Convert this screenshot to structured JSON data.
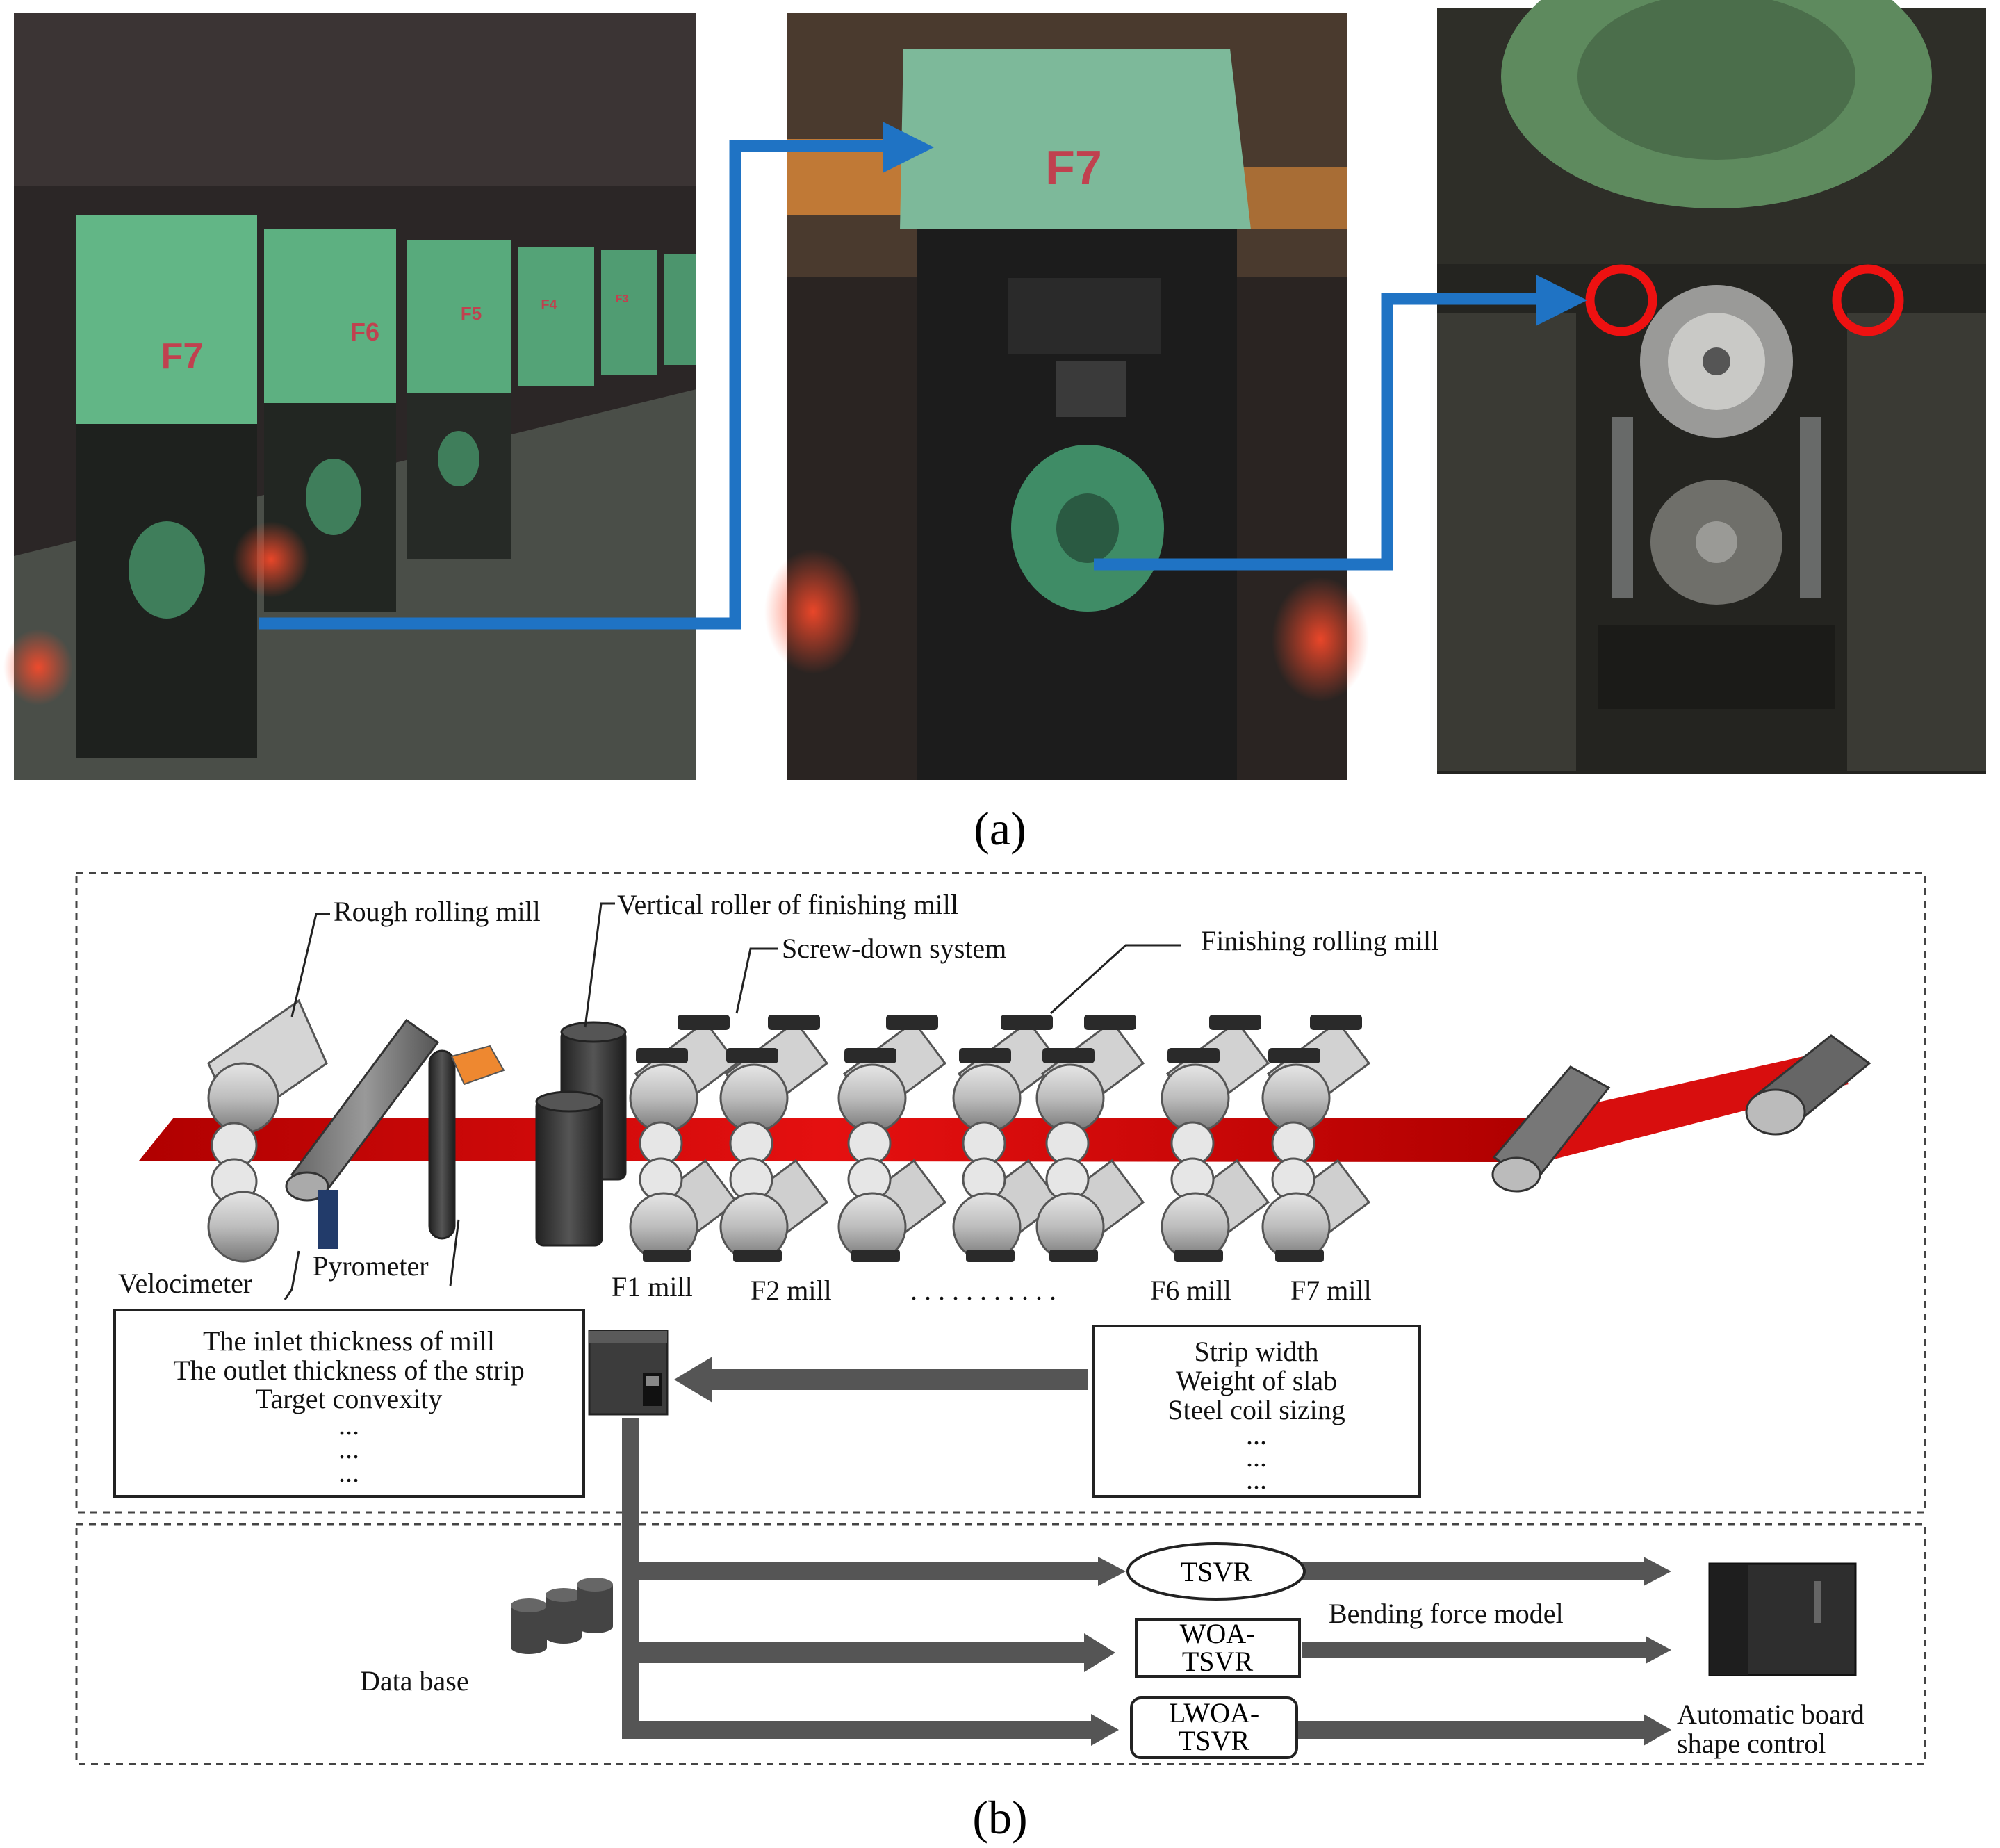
{
  "panel_a": {
    "caption": "(a)",
    "photo_left": {
      "stand_labels": [
        "F7",
        "F6",
        "F5",
        "F4",
        "F3"
      ]
    },
    "photo_middle": {
      "stand_label": "F7"
    },
    "photo_right": {}
  },
  "panel_b": {
    "caption": "(b)",
    "labels": {
      "rough_rolling_mill": "Rough rolling mill",
      "vertical_roller": "Vertical roller of finishing mill",
      "screw_down": "Screw-down system",
      "finishing_mill": "Finishing rolling mill",
      "velocimeter": "Velocimeter",
      "pyrometer": "Pyrometer",
      "f1": "F1 mill",
      "f2": "F2 mill",
      "dots": ". . . . . . . . . . .",
      "f6": "F6 mill",
      "f7": "F7 mill",
      "database": "Data base",
      "bending_force": "Bending  force  model",
      "auto_control_1": "Automatic  board",
      "auto_control_2": "shape  control"
    },
    "left_box": [
      "The inlet thickness of mill",
      "The outlet thickness of the strip",
      "Target convexity",
      "...",
      "...",
      "..."
    ],
    "right_box": [
      "Strip width",
      "Weight of slab",
      "Steel coil sizing",
      "...",
      "...",
      "..."
    ],
    "models": {
      "tsvr": "TSVR",
      "woa_1": "WOA-",
      "woa_2": "TSVR",
      "lwoa_1": "LWOA-",
      "lwoa_2": "TSVR"
    }
  },
  "colors": {
    "strip": "#cc0000",
    "arrow_blue": "#1f73c4",
    "marker_red": "#ee1111",
    "mill_green": "#4fa57a"
  }
}
